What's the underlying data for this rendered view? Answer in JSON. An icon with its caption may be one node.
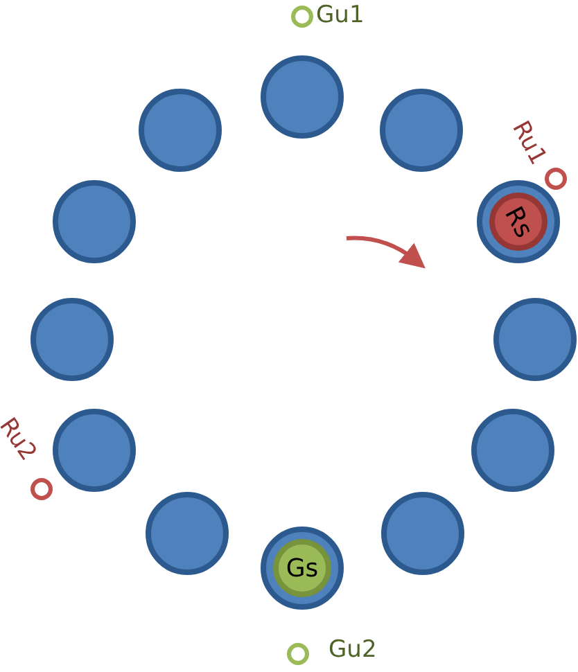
{
  "diagram": {
    "nodes": [
      {
        "text": [],
        "shape": "circle",
        "beside": [
          "Gu1"
        ]
      },
      {
        "text": [],
        "shape": "circle"
      },
      {
        "text": [],
        "shape": "circle"
      },
      {
        "text": [],
        "shape": "circle"
      },
      {
        "text": [],
        "shape": "circle",
        "beside": [
          "Ru1"
        ]
      },
      {
        "text": [],
        "shape": "circle"
      },
      {
        "text": [],
        "shape": "circle"
      },
      {
        "text": [
          "Rs"
        ],
        "in": 6
      },
      {
        "text": [],
        "shape": "circle"
      },
      {
        "text": [],
        "shape": "circle"
      },
      {
        "text": [],
        "shape": "circle"
      },
      {
        "text": [],
        "shape": "circle"
      },
      {
        "text": [],
        "shape": "circle",
        "beside": [
          "Ru2"
        ]
      },
      {
        "text": [],
        "shape": "circle"
      },
      {
        "text": [],
        "shape": "circle"
      },
      {
        "text": [],
        "shape": "circle"
      },
      {
        "text": [
          "Gs"
        ],
        "in": 15
      },
      {
        "text": [],
        "shape": "circle",
        "beside": [
          "Gu2"
        ]
      }
    ]
  }
}
